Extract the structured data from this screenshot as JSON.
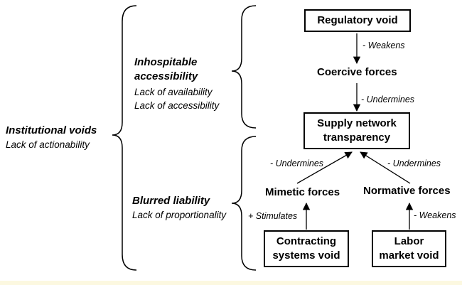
{
  "left": {
    "heading": "Institutional voids",
    "sub": "Lack of actionability"
  },
  "groups": {
    "inhospitable": {
      "heading_line1": "Inhospitable",
      "heading_line2": "accessibility",
      "items": [
        "Lack of availability",
        "Lack of accessibility"
      ]
    },
    "blurred": {
      "heading": "Blurred liability",
      "items": [
        "Lack of proportionality"
      ]
    }
  },
  "nodes": {
    "regulatory_void": "Regulatory void",
    "coercive_forces": "Coercive forces",
    "supply_transparency_line1": "Supply network",
    "supply_transparency_line2": "transparency",
    "mimetic_forces": "Mimetic forces",
    "normative_forces": "Normative forces",
    "contracting_line1": "Contracting",
    "contracting_line2": "systems void",
    "labor_line1": "Labor",
    "labor_line2": "market void"
  },
  "edges": {
    "weakens_1": "Weakens",
    "undermines_coercive": "Undermines",
    "undermines_mimetic": "Undermines",
    "undermines_normative": "Undermines",
    "stimulates": "Stimulates",
    "weakens_2": "Weakens"
  },
  "signs": {
    "minus": "-",
    "plus": "+"
  }
}
